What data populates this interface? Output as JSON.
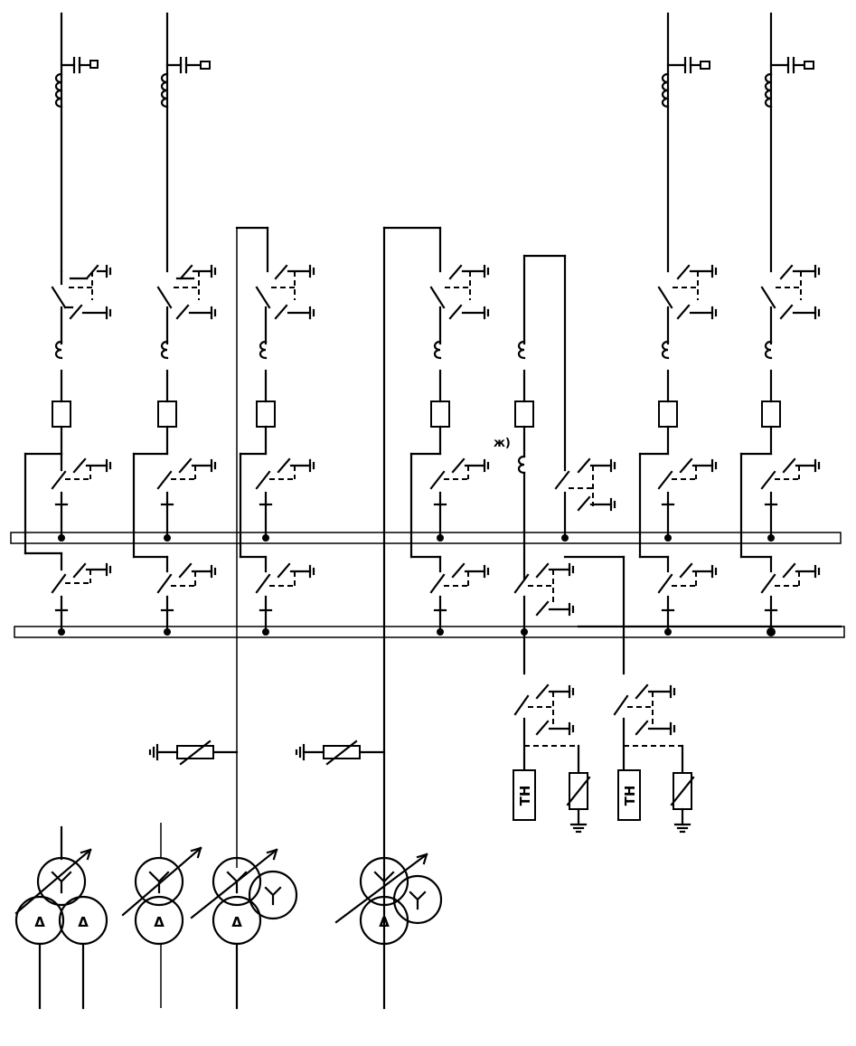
{
  "diagram": {
    "note_mark": "ж)",
    "vt_label": "ТН",
    "delta_symbol": "Δ",
    "wye_symbol": "Y",
    "stroke_color": "#000000",
    "background_color": "#ffffff"
  }
}
